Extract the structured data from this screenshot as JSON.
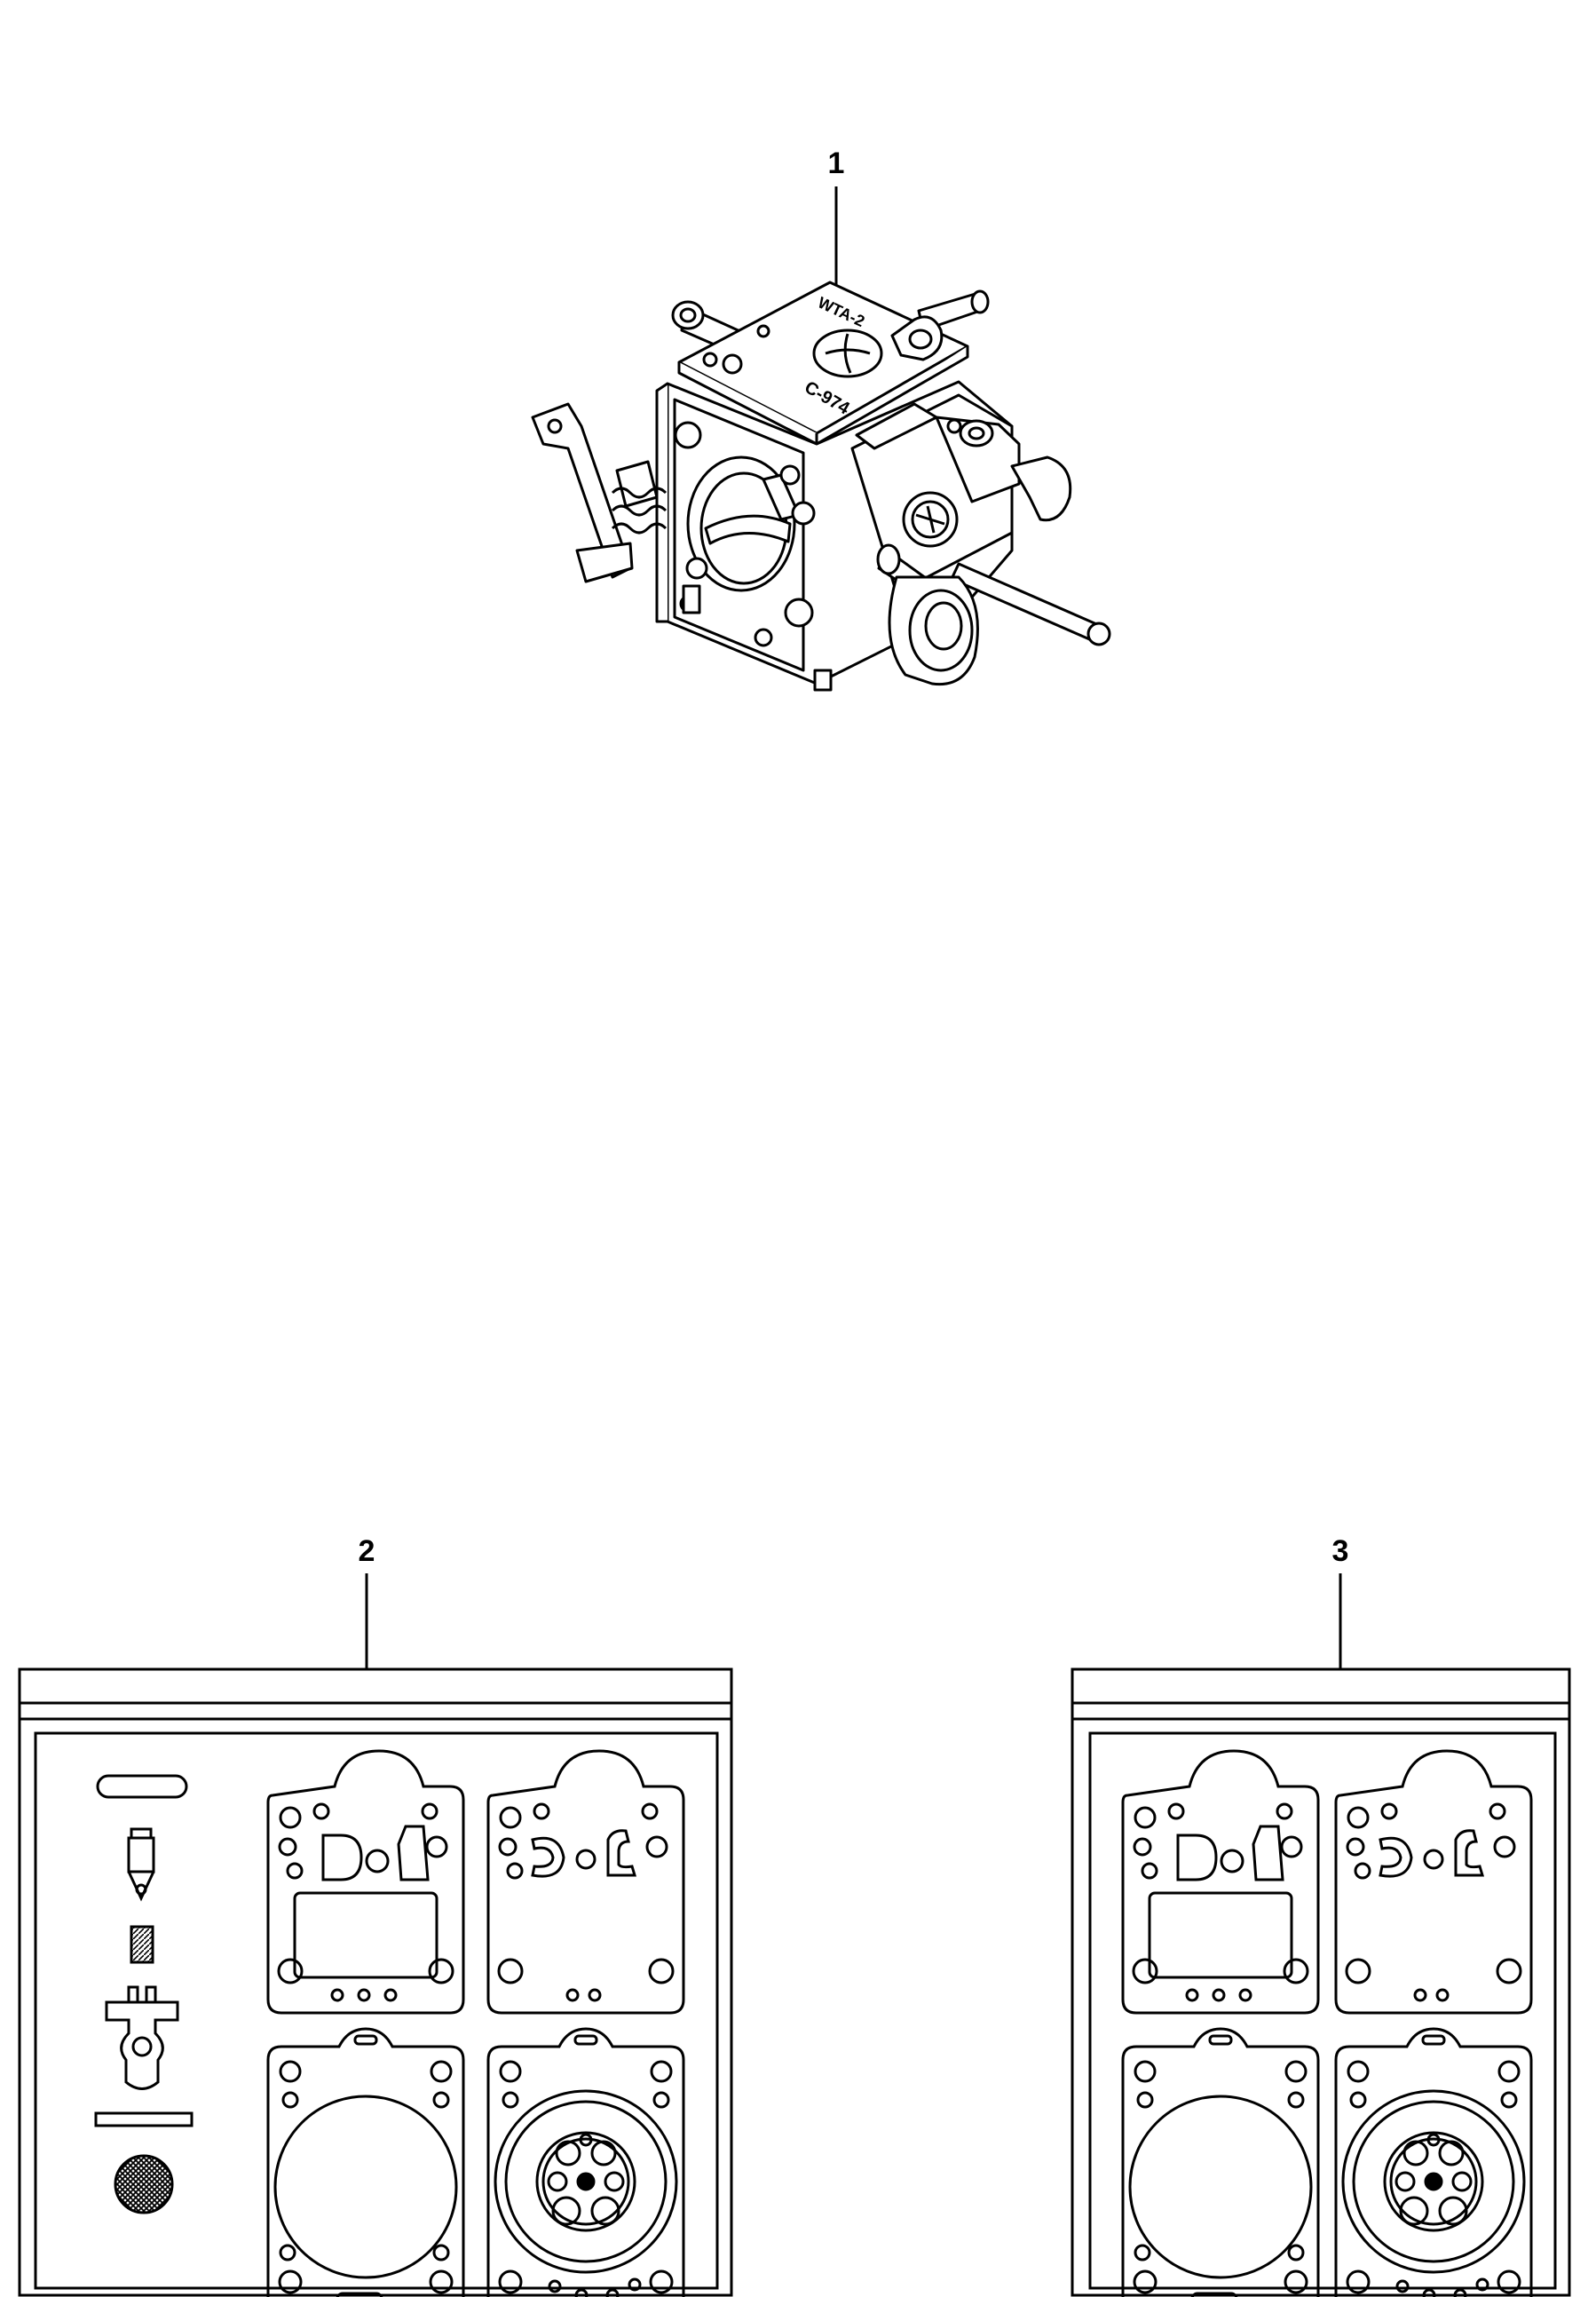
{
  "callouts": [
    {
      "id": "1",
      "label": "1",
      "part": "carburetor-assembly"
    },
    {
      "id": "2",
      "label": "2",
      "part": "repair-kit"
    },
    {
      "id": "3",
      "label": "3",
      "part": "gasket-kit"
    }
  ],
  "stamps": {
    "top_marking": "WTA-2",
    "side_marking": "C-974"
  },
  "colors": {
    "line": "#000000",
    "background": "#ffffff"
  }
}
